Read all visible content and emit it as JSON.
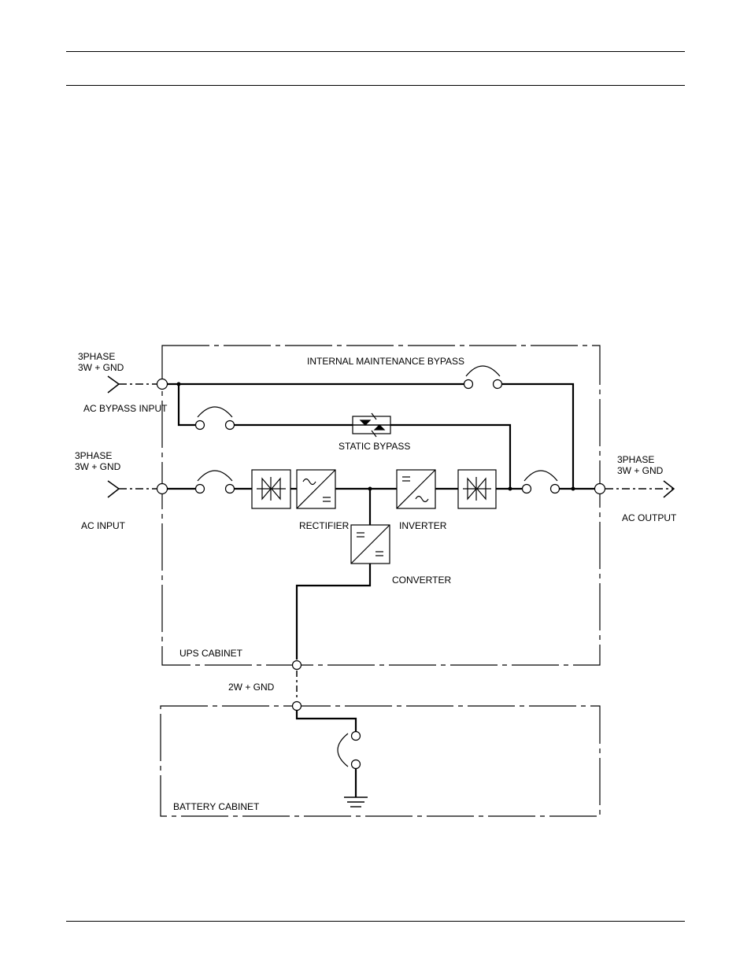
{
  "labels": {
    "bypass_input_spec_line1": "3PHASE",
    "bypass_input_spec_line2": "3W + GND",
    "bypass_input": "AC BYPASS INPUT",
    "ac_input_spec_line1": "3PHASE",
    "ac_input_spec_line2": "3W + GND",
    "ac_input": "AC INPUT",
    "maintenance_bypass": "INTERNAL MAINTENANCE BYPASS",
    "static_bypass": "STATIC BYPASS",
    "rectifier": "RECTIFIER",
    "inverter": "INVERTER",
    "converter": "CONVERTER",
    "output_spec_line1": "3PHASE",
    "output_spec_line2": "3W + GND",
    "ac_output": "AC OUTPUT",
    "ups_cabinet": "UPS CABINET",
    "battery_link": "2W + GND",
    "battery_cabinet": "BATTERY CABINET"
  }
}
